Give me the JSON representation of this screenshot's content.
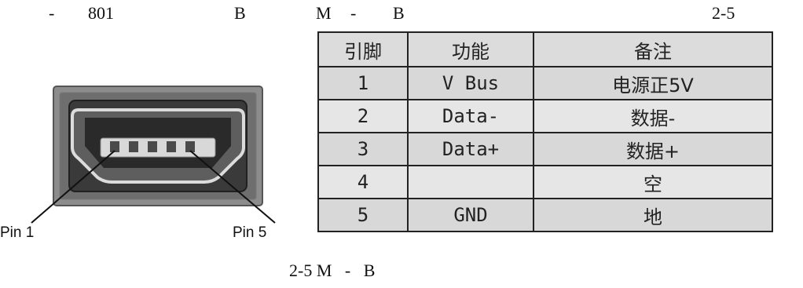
{
  "header": {
    "part1": "-",
    "part2": "801",
    "part3": "B",
    "part4": "M",
    "part5": "-",
    "part6": "B",
    "part7": "2-5"
  },
  "figure": {
    "pin_left_label": "Pin 1",
    "pin_right_label": "Pin 5"
  },
  "table": {
    "headers": [
      "引脚",
      "功能",
      "备注"
    ],
    "rows": [
      {
        "pin": "1",
        "function": "V Bus",
        "note": "电源正5V"
      },
      {
        "pin": "2",
        "function": "Data-",
        "note": "数据-"
      },
      {
        "pin": "3",
        "function": "Data+",
        "note": "数据+"
      },
      {
        "pin": "4",
        "function": "",
        "note": "空"
      },
      {
        "pin": "5",
        "function": "GND",
        "note": "地"
      }
    ]
  },
  "caption": "2-5 M   -   B"
}
